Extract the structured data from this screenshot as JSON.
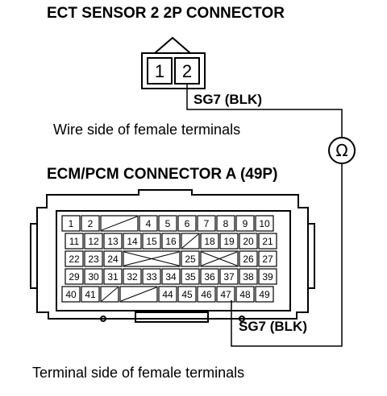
{
  "labels": {
    "ect_title": "ECT SENSOR 2 2P CONNECTOR",
    "ecm_title": "ECM/PCM CONNECTOR A (49P)",
    "wire_side": "Wire side of female terminals",
    "terminal_side": "Terminal side of female terminals",
    "sg7_top": "SG7 (BLK)",
    "sg7_bottom": "SG7 (BLK)",
    "meter_symbol": "Ω"
  },
  "ect_connector": {
    "pins": [
      "1",
      "2"
    ]
  },
  "ecm_connector": {
    "rows": [
      [
        "1",
        "2",
        "",
        "4",
        "5",
        "6",
        "7",
        "8",
        "9",
        "10"
      ],
      [
        "11",
        "12",
        "13",
        "14",
        "15",
        "16",
        "",
        "18",
        "19",
        "20",
        "21"
      ],
      [
        "22",
        "23",
        "24",
        "",
        "25",
        "",
        "26",
        "27"
      ],
      [
        "29",
        "30",
        "31",
        "32",
        "33",
        "34",
        "35",
        "36",
        "37",
        "38",
        "39"
      ],
      [
        "40",
        "41",
        "",
        "",
        "44",
        "45",
        "46",
        "47",
        "48",
        "49"
      ]
    ]
  }
}
